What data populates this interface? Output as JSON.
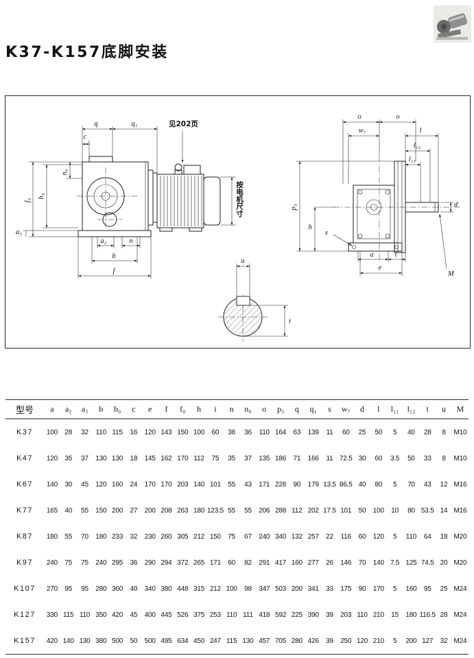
{
  "page": {
    "title": "K37-K157底脚安装"
  },
  "drawing": {
    "left": {
      "q": "q",
      "q1": "q₁",
      "see_page": "见202页",
      "c": "c",
      "n0": "n₀",
      "b0": "b₀",
      "f0": "f₀",
      "a3": "a₃",
      "a2": "a₂",
      "n": "n",
      "b": "b",
      "f": "f",
      "motor_note": "按电机尺寸"
    },
    "right": {
      "o1": "o",
      "o2": "o",
      "w7": "w₇",
      "l": "l",
      "l12": "l₁₂",
      "l11": "l₁₁",
      "d": "d",
      "p3": "p₃",
      "h": "h",
      "s": "s",
      "a": "a",
      "i": "i",
      "e": "e",
      "M": "M"
    },
    "detail": {
      "u": "u",
      "t": "t"
    }
  },
  "table": {
    "model_header": "型号",
    "columns": [
      "a",
      "a₂",
      "a₃",
      "b",
      "b₀",
      "c",
      "e",
      "f",
      "f₀",
      "h",
      "i",
      "n",
      "n₀",
      "o",
      "p₃",
      "q",
      "q₁",
      "s",
      "w₇",
      "d",
      "l",
      "l₁₁",
      "l₁₂",
      "t",
      "u",
      "M"
    ],
    "rows": [
      {
        "model": "K37",
        "values": [
          "100",
          "28",
          "32",
          "110",
          "115",
          "16",
          "120",
          "143",
          "150",
          "100",
          "60",
          "38",
          "36",
          "110",
          "164",
          "63",
          "139",
          "11",
          "60",
          "25",
          "50",
          "5",
          "40",
          "28",
          "8",
          "M10"
        ]
      },
      {
        "model": "K47",
        "values": [
          "120",
          "35",
          "37",
          "130",
          "130",
          "18",
          "145",
          "162",
          "170",
          "112",
          "75",
          "35",
          "37",
          "135",
          "186",
          "71",
          "166",
          "11",
          "72.5",
          "30",
          "60",
          "3.5",
          "50",
          "33",
          "8",
          "M10"
        ]
      },
      {
        "model": "K67",
        "values": [
          "140",
          "30",
          "45",
          "120",
          "160",
          "24",
          "170",
          "170",
          "203",
          "140",
          "101",
          "55",
          "43",
          "171",
          "228",
          "90",
          "179",
          "13.5",
          "86.5",
          "40",
          "80",
          "5",
          "70",
          "43",
          "12",
          "M16"
        ]
      },
      {
        "model": "K77",
        "values": [
          "165",
          "40",
          "55",
          "150",
          "200",
          "27",
          "200",
          "208",
          "263",
          "180",
          "123.5",
          "55",
          "55",
          "206",
          "288",
          "112",
          "202",
          "17.5",
          "101",
          "50",
          "100",
          "10",
          "80",
          "53.5",
          "14",
          "M16"
        ]
      },
      {
        "model": "K87",
        "values": [
          "180",
          "55",
          "70",
          "180",
          "233",
          "32",
          "230",
          "260",
          "305",
          "212",
          "150",
          "75",
          "67",
          "240",
          "340",
          "132",
          "257",
          "22",
          "116",
          "60",
          "120",
          "5",
          "110",
          "64",
          "18",
          "M20"
        ]
      },
      {
        "model": "K97",
        "values": [
          "240",
          "75",
          "75",
          "240",
          "295",
          "36",
          "290",
          "294",
          "372",
          "265",
          "171",
          "60",
          "82",
          "291",
          "417",
          "160",
          "277",
          "26",
          "146",
          "70",
          "140",
          "7.5",
          "125",
          "74.5",
          "20",
          "M20"
        ]
      },
      {
        "model": "K107",
        "values": [
          "270",
          "95",
          "95",
          "280",
          "360",
          "40",
          "340",
          "380",
          "448",
          "315",
          "212",
          "100",
          "98",
          "347",
          "503",
          "200",
          "341",
          "33",
          "175",
          "90",
          "170",
          "5",
          "160",
          "95",
          "25",
          "M24"
        ]
      },
      {
        "model": "K127",
        "values": [
          "330",
          "115",
          "110",
          "350",
          "420",
          "45",
          "400",
          "445",
          "526",
          "375",
          "253",
          "110",
          "111",
          "418",
          "592",
          "225",
          "390",
          "39",
          "203",
          "110",
          "210",
          "15",
          "180",
          "116.5",
          "28",
          "M24"
        ]
      },
      {
        "model": "K157",
        "values": [
          "420",
          "140",
          "130",
          "380",
          "500",
          "50",
          "500",
          "495",
          "634",
          "450",
          "247",
          "115",
          "130",
          "457",
          "705",
          "280",
          "426",
          "39",
          "250",
          "120",
          "210",
          "5",
          "200",
          "127",
          "32",
          "M24"
        ]
      }
    ]
  }
}
